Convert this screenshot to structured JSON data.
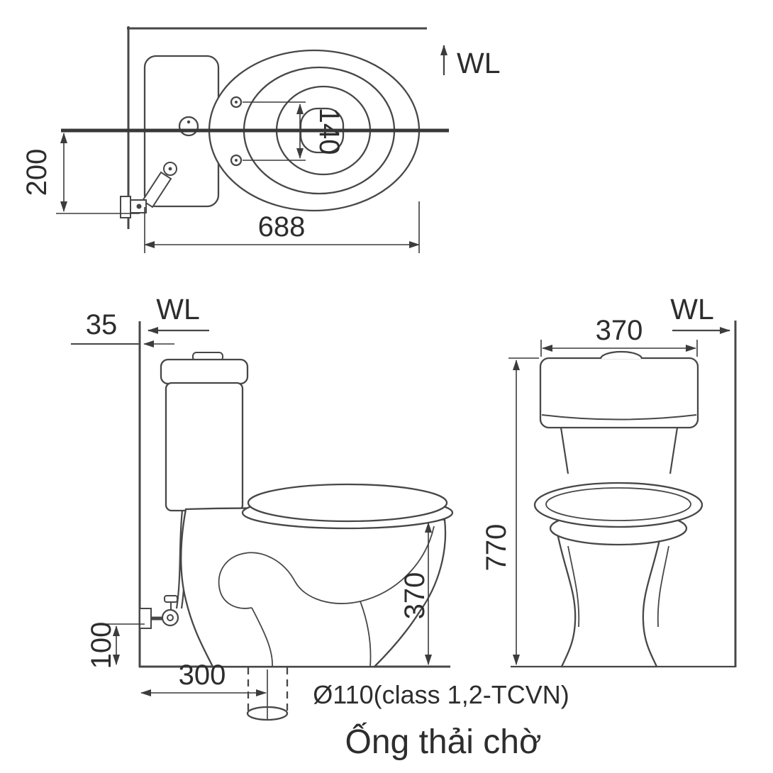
{
  "views": {
    "top_view": {
      "wl": "WL",
      "width": "688",
      "inlet_offset": "200",
      "hinge_spacing": "140"
    },
    "side_view": {
      "wl": "WL",
      "wall_gap": "35",
      "inlet_height": "100",
      "drain_offset": "300",
      "rim_height": "370",
      "drain_spec": "Ø110(class 1,2-TCVN)",
      "caption": "Ống thải chờ"
    },
    "front_view": {
      "wl": "WL",
      "tank_width": "370",
      "total_height": "770"
    }
  }
}
